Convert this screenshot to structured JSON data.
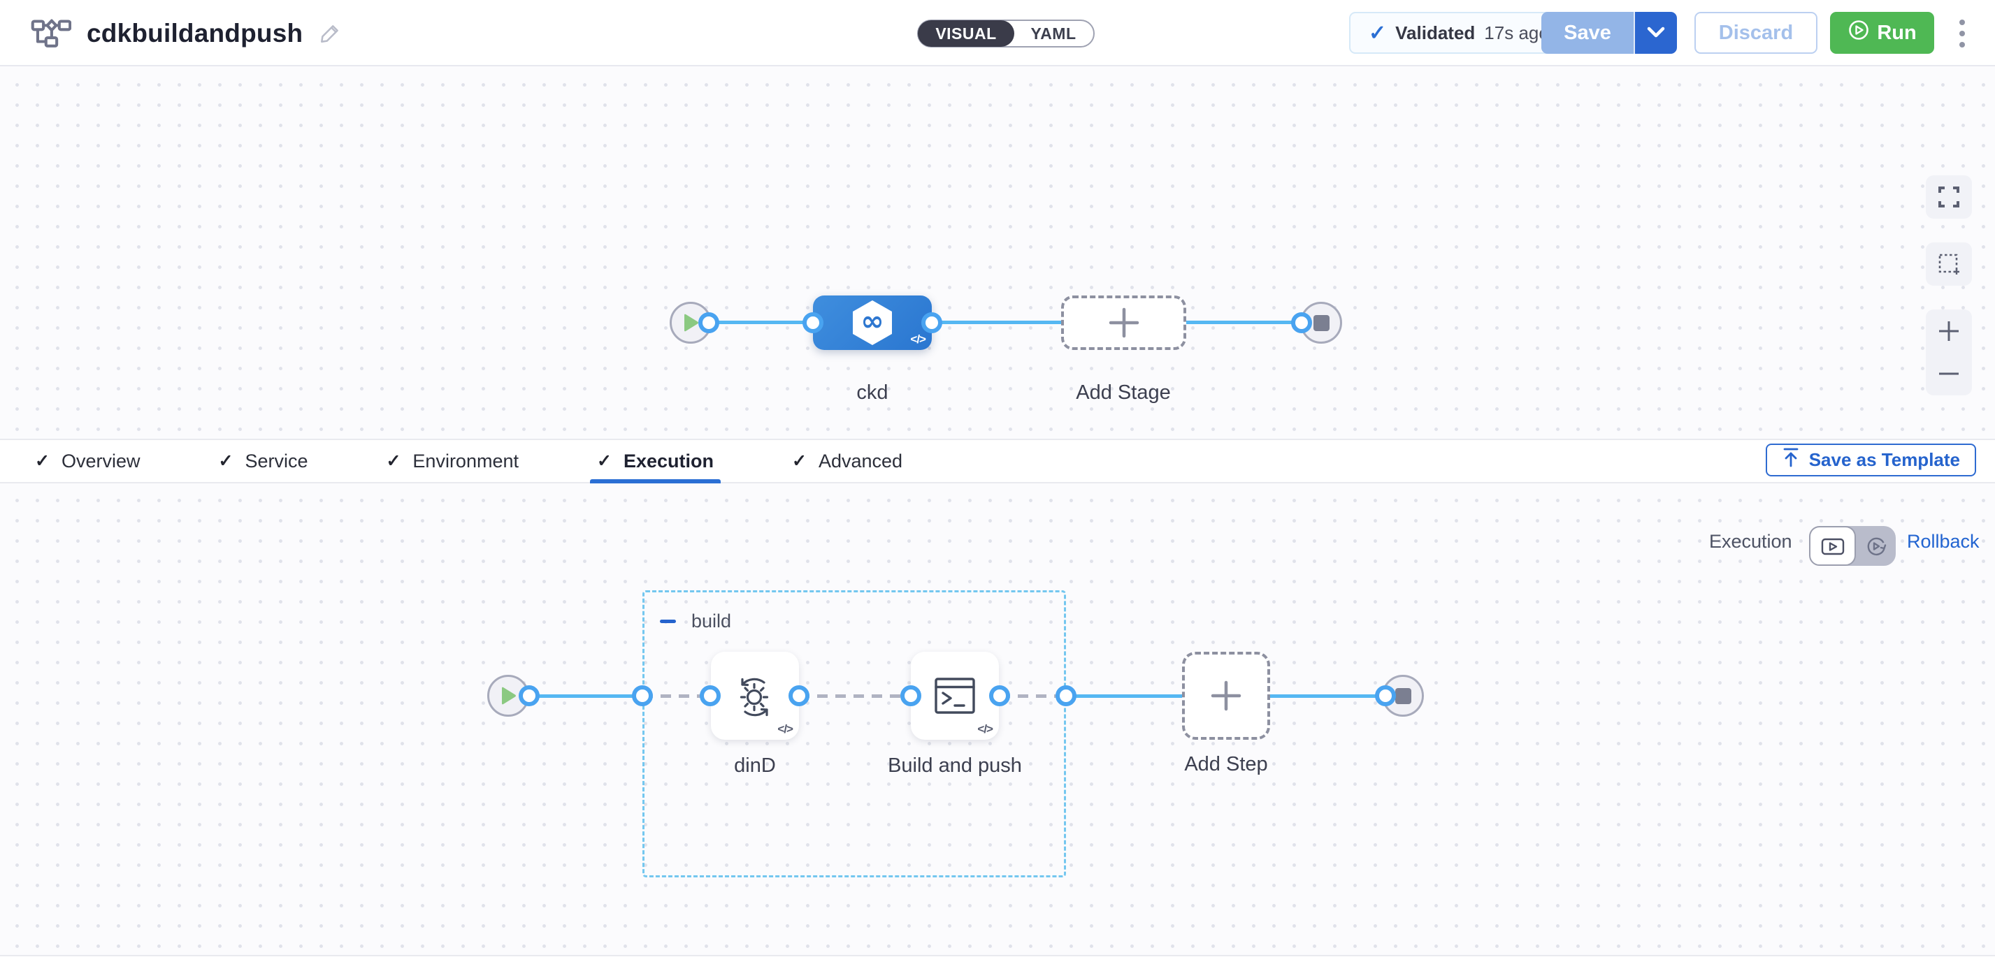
{
  "header": {
    "title": "cdkbuildandpush",
    "mode_visual": "VISUAL",
    "mode_yaml": "YAML",
    "validated_label": "Validated",
    "validated_time": "17s ago",
    "save_label": "Save",
    "discard_label": "Discard",
    "run_label": "Run"
  },
  "pipeline": {
    "stage_name": "ckd",
    "add_stage_label": "Add Stage"
  },
  "tabs": {
    "items": [
      {
        "label": "Overview"
      },
      {
        "label": "Service"
      },
      {
        "label": "Environment"
      },
      {
        "label": "Execution"
      },
      {
        "label": "Advanced"
      }
    ],
    "active_tab": "Execution",
    "save_as_template_label": "Save as Template"
  },
  "execution": {
    "mode_label": "Execution",
    "rollback_label": "Rollback",
    "group_name": "build",
    "steps": [
      {
        "name": "dinD"
      },
      {
        "name": "Build and push"
      }
    ],
    "add_step_label": "Add Step"
  },
  "glyphs": {
    "check": "✓",
    "code": "</>",
    "infinity": "∞"
  },
  "colors": {
    "accent_blue": "#2563cd",
    "node_blue": "#2f80d4",
    "flow_line_blue": "#55b7f2",
    "port_ring_blue": "#49a3f0",
    "run_green": "#4fb854",
    "group_border_blue": "#74c7ef",
    "toggle_dark": "#3a3b49"
  }
}
